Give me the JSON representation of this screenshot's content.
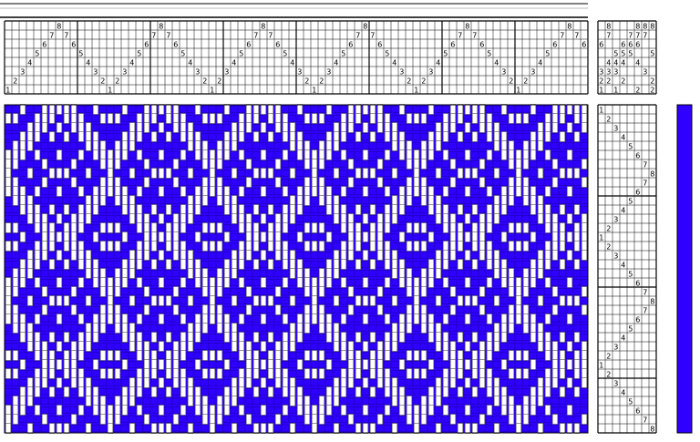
{
  "colors": {
    "warp": "#ffffff",
    "weft": "#2f00ff",
    "grid": "#000000",
    "background": "#ffffff"
  },
  "draft": {
    "threading_period": [
      1,
      2,
      3,
      4,
      5,
      6,
      7,
      8,
      7,
      6,
      5,
      4,
      3,
      2
    ],
    "threading_ends": 80,
    "treadling_sequence": [
      1,
      2,
      3,
      4,
      5,
      6,
      7,
      8,
      7,
      6,
      5,
      4,
      3,
      2,
      1,
      2,
      3,
      4,
      5,
      6,
      7,
      8,
      7,
      6,
      5,
      4,
      3,
      2,
      1,
      2,
      3,
      4,
      5,
      6,
      7,
      8
    ],
    "shafts": 8,
    "treadles": 8,
    "tieup_rows": [
      [
        "1",
        "",
        "1",
        "",
        "",
        "2",
        "",
        "2"
      ],
      [
        "2",
        "2",
        "",
        "2",
        "",
        "",
        "",
        "2"
      ],
      [
        "3",
        "3",
        "3",
        "",
        "",
        "",
        "3",
        ""
      ],
      [
        "",
        "4",
        "4",
        "4",
        "",
        "4",
        "",
        ""
      ],
      [
        "",
        "",
        "5",
        "5",
        "5",
        "",
        "",
        "5"
      ],
      [
        "6",
        "",
        "",
        "6",
        "6",
        "6",
        "",
        ""
      ],
      [
        "",
        "7",
        "",
        "",
        "7",
        "7",
        "7",
        ""
      ],
      [
        "",
        "8",
        "",
        "",
        "",
        "8",
        "8",
        "8"
      ]
    ]
  }
}
